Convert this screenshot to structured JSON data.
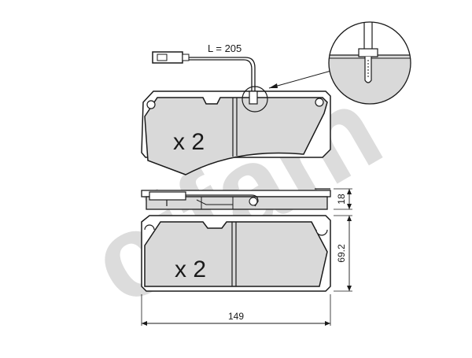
{
  "watermark": "cifam",
  "wear_sensor": {
    "length_label": "L = 205"
  },
  "pads": {
    "top_quantity": "x 2",
    "bottom_quantity": "x 2"
  },
  "dimensions": {
    "width": "149",
    "height": "69.2",
    "thickness": "18"
  },
  "colors": {
    "pad_fill": "#d9d9d9",
    "line": "#1a1a1a",
    "watermark": "#dcdcdc"
  }
}
